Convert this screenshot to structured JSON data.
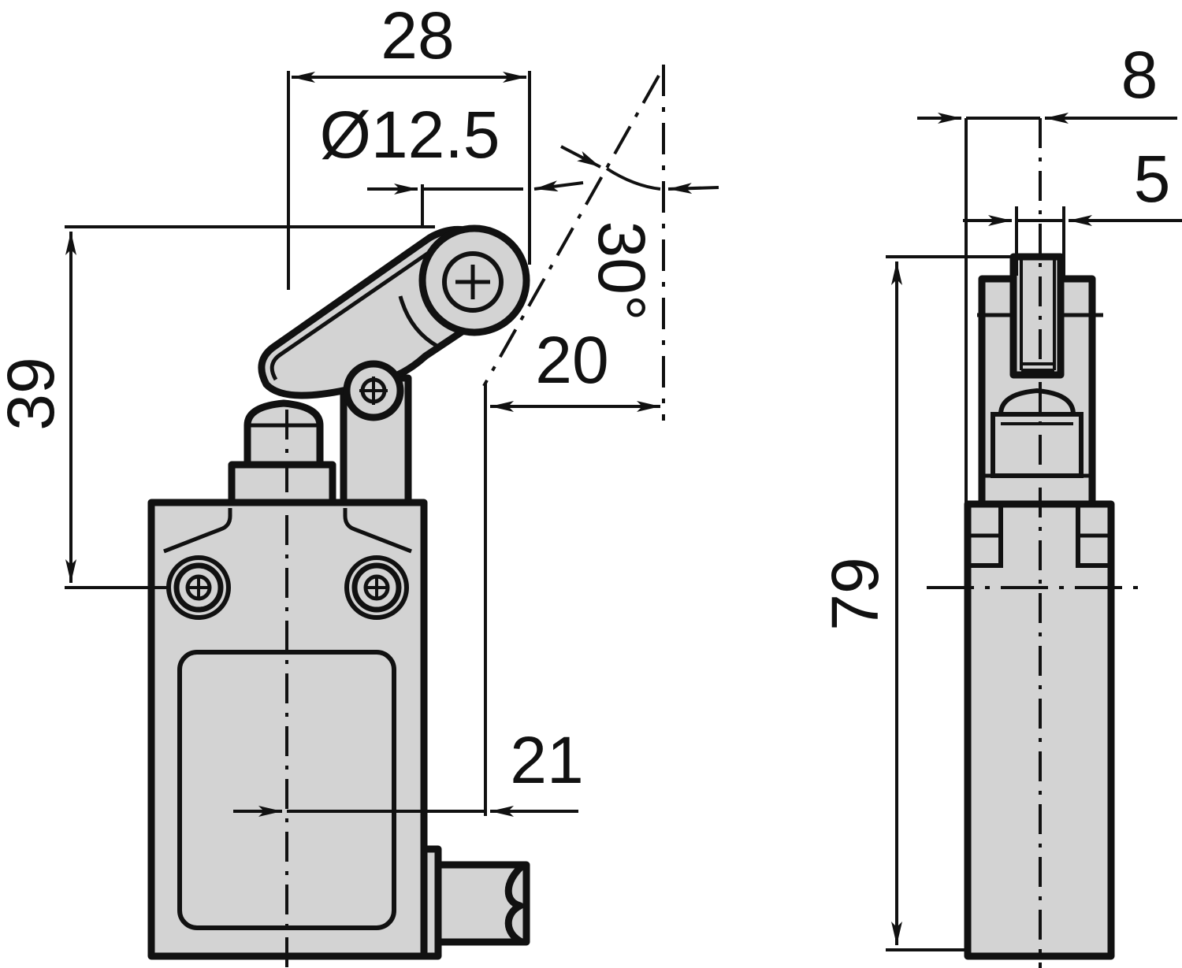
{
  "drawing": {
    "dimensions": {
      "width_28": "28",
      "roller_dia": "Ø12.5",
      "angle_30": "30°",
      "offset_20": "20",
      "height_39": "39",
      "offset_21": "21",
      "height_79": "79",
      "width_8": "8",
      "width_5": "5"
    }
  },
  "colors": {
    "body": "#d3d3d3",
    "line": "#111111",
    "background": "#ffffff"
  }
}
